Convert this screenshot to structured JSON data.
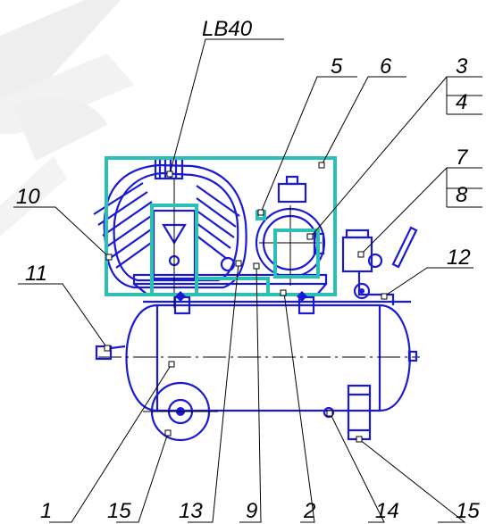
{
  "diagram": {
    "colors": {
      "machine": "#1a1ad6",
      "highlight": "#2bbfb6",
      "leader": "#000000",
      "watermark": "#eeeeee"
    },
    "callouts": [
      {
        "id": "lb40",
        "label": "LB40"
      },
      {
        "id": "c5",
        "label": "5"
      },
      {
        "id": "c6",
        "label": "6"
      },
      {
        "id": "c3",
        "label": "3"
      },
      {
        "id": "c4",
        "label": "4"
      },
      {
        "id": "c7",
        "label": "7"
      },
      {
        "id": "c8",
        "label": "8"
      },
      {
        "id": "c10",
        "label": "10"
      },
      {
        "id": "c11",
        "label": "11"
      },
      {
        "id": "c12",
        "label": "12"
      },
      {
        "id": "b1",
        "label": "1"
      },
      {
        "id": "b15a",
        "label": "15"
      },
      {
        "id": "b13",
        "label": "13"
      },
      {
        "id": "b9",
        "label": "9"
      },
      {
        "id": "b2",
        "label": "2"
      },
      {
        "id": "b14",
        "label": "14"
      },
      {
        "id": "b15b",
        "label": "15"
      }
    ]
  }
}
